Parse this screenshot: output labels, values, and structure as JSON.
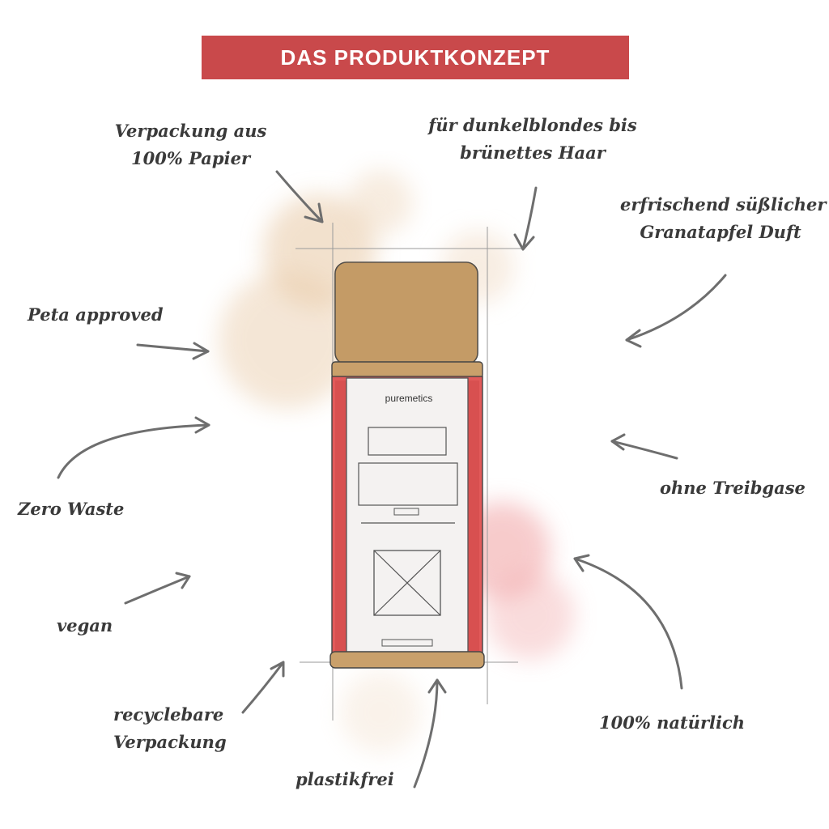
{
  "title": "DAS PRODUKTKONZEPT",
  "colors": {
    "banner": "#c9494b",
    "cap": "#c9a06b",
    "sleeve": "#e25a5a",
    "ink": "#3a3a3a",
    "arrow": "#6e6e6e",
    "stain_beige": "#e8c9a6",
    "stain_red": "#f2a9aa"
  },
  "product": {
    "brand": "puremetics"
  },
  "annotations": {
    "paper": [
      "Verpackung aus",
      "100% Papier"
    ],
    "hair": [
      "für dunkelblondes bis",
      "brünettes Haar"
    ],
    "scent": [
      "erfrischend süßlicher",
      "Granatapfel Duft"
    ],
    "peta": "Peta approved",
    "zerowaste": "Zero Waste",
    "propellant": "ohne Treibgase",
    "vegan": "vegan",
    "natural": "100% natürlich",
    "recyclable": [
      "recyclebare",
      "Verpackung"
    ],
    "plasticfree": "plastikfrei"
  }
}
